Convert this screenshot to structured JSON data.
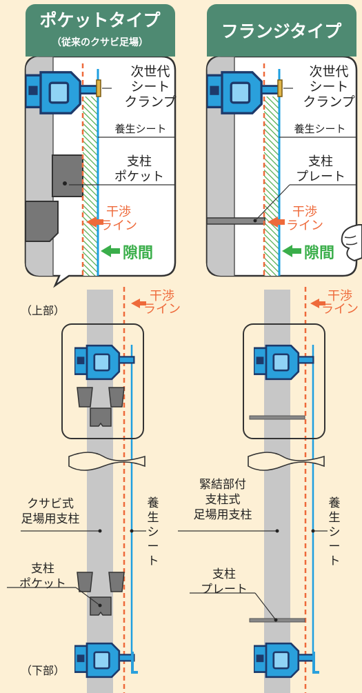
{
  "colors": {
    "background": "#fdf0d5",
    "header_green": "#4e8a72",
    "pole_gray": "#c7c7c7",
    "pocket_dark": "#777777",
    "clamp_blue": "#2aa0dc",
    "clamp_dark": "#1d3a6b",
    "sheet_blue": "#1e9fe0",
    "interference_orange": "#ee6a3b",
    "gap_green": "#3aae4a",
    "hatch_green": "#4cab4a"
  },
  "left_panel": {
    "title": "ポケットタイプ",
    "subtitle": "（従来のクサビ足場）",
    "clamp_label": [
      "次世代",
      "シート",
      "クランプ"
    ],
    "sheet_label": "養生シート",
    "part_label": [
      "支柱",
      "ポケット"
    ],
    "interference_label": [
      "干渉",
      "ライン"
    ],
    "gap_label": "隙間"
  },
  "right_panel": {
    "title": "フランジタイプ",
    "clamp_label": [
      "次世代",
      "シート",
      "クランプ"
    ],
    "sheet_label": "養生シート",
    "part_label": [
      "支柱",
      "プレート"
    ],
    "interference_label": [
      "干渉",
      "ライン"
    ],
    "gap_label": "隙間"
  },
  "left_column": {
    "top_label": "（上部）",
    "bottom_label": "（下部）",
    "interference_label": [
      "干渉",
      "ライン"
    ],
    "pole_label": [
      "クサビ式",
      "足場用支柱"
    ],
    "sheet_label": [
      "養",
      "生",
      "シ",
      "ー",
      "ト"
    ],
    "part_label": [
      "支柱",
      "ポケット"
    ]
  },
  "right_column": {
    "interference_label": [
      "干渉",
      "ライン"
    ],
    "pole_label": [
      "緊結部付",
      "支柱式",
      "足場用支柱"
    ],
    "sheet_label": [
      "養",
      "生",
      "シ",
      "ー",
      "ト"
    ],
    "part_label": [
      "支柱",
      "プレート"
    ]
  }
}
